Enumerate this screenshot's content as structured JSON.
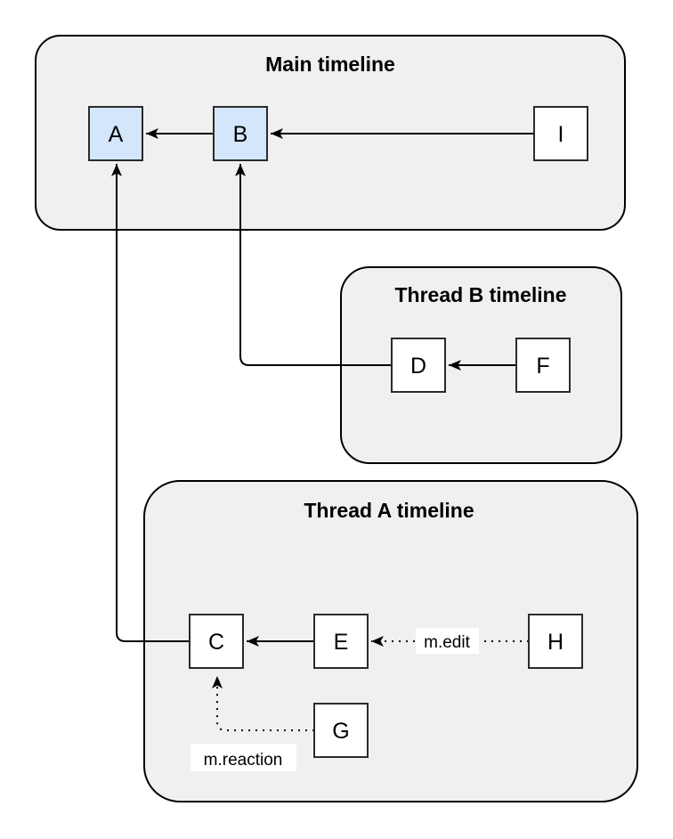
{
  "diagram": {
    "description": "Event graph with three timeline containers and arrows pointing to parent events",
    "colors": {
      "page_bg": "#ffffff",
      "container_fill": "#f0f0f0",
      "container_stroke": "#000000",
      "node_highlight_fill": "#d4e6fb",
      "node_default_fill": "#ffffff",
      "node_stroke": "#2b2b2b",
      "edge_color": "#000000",
      "edge_label_bg": "#ffffff"
    },
    "containers": [
      {
        "id": "main-timeline",
        "title": "Main timeline"
      },
      {
        "id": "thread-b-timeline",
        "title": "Thread B timeline"
      },
      {
        "id": "thread-a-timeline",
        "title": "Thread A timeline"
      }
    ],
    "nodes": [
      {
        "id": "A",
        "label": "A",
        "container": "main-timeline",
        "highlighted": true
      },
      {
        "id": "B",
        "label": "B",
        "container": "main-timeline",
        "highlighted": true
      },
      {
        "id": "I",
        "label": "I",
        "container": "main-timeline",
        "highlighted": false
      },
      {
        "id": "D",
        "label": "D",
        "container": "thread-b-timeline",
        "highlighted": false
      },
      {
        "id": "F",
        "label": "F",
        "container": "thread-b-timeline",
        "highlighted": false
      },
      {
        "id": "C",
        "label": "C",
        "container": "thread-a-timeline",
        "highlighted": false
      },
      {
        "id": "E",
        "label": "E",
        "container": "thread-a-timeline",
        "highlighted": false
      },
      {
        "id": "H",
        "label": "H",
        "container": "thread-a-timeline",
        "highlighted": false
      },
      {
        "id": "G",
        "label": "G",
        "container": "thread-a-timeline",
        "highlighted": false
      }
    ],
    "edges": [
      {
        "from": "B",
        "to": "A",
        "style": "solid",
        "label": ""
      },
      {
        "from": "I",
        "to": "B",
        "style": "solid",
        "label": ""
      },
      {
        "from": "D",
        "to": "B",
        "style": "solid",
        "label": ""
      },
      {
        "from": "C",
        "to": "A",
        "style": "solid",
        "label": ""
      },
      {
        "from": "F",
        "to": "D",
        "style": "solid",
        "label": ""
      },
      {
        "from": "E",
        "to": "C",
        "style": "solid",
        "label": ""
      },
      {
        "from": "H",
        "to": "E",
        "style": "dotted",
        "label": "m.edit"
      },
      {
        "from": "G",
        "to": "C",
        "style": "dotted",
        "label": "m.reaction"
      }
    ]
  }
}
